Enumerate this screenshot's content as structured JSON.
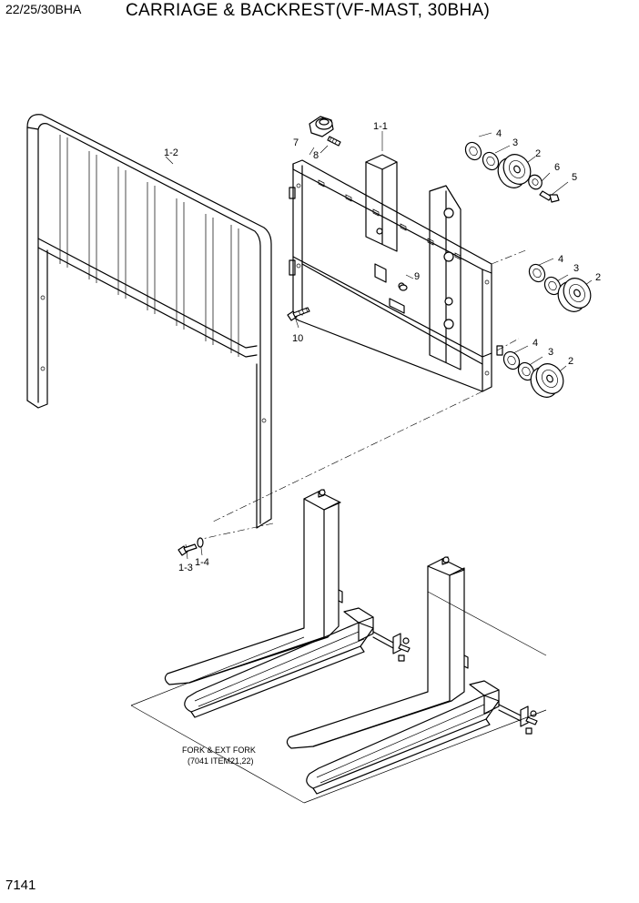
{
  "header": {
    "model": "22/25/30BHA",
    "title": "CARRIAGE & BACKREST(VF-MAST, 30BHA)"
  },
  "page_number": "7141",
  "callouts": {
    "backrest": "1-2",
    "carriage": "1-1",
    "bolt_1_3": "1-3",
    "washer_1_4": "1-4",
    "c7": "7",
    "c8": "8",
    "c4a": "4",
    "c3a": "3",
    "c2a": "2",
    "c6": "6",
    "c5": "5",
    "c4b": "4",
    "c3b": "3",
    "c2b": "2",
    "c4c": "4",
    "c3c": "3",
    "c2c": "2",
    "c9": "9",
    "c10": "10"
  },
  "fork_note": {
    "line1": "FORK & EXT FORK",
    "line2": "(7041 ITEM21,22)"
  }
}
